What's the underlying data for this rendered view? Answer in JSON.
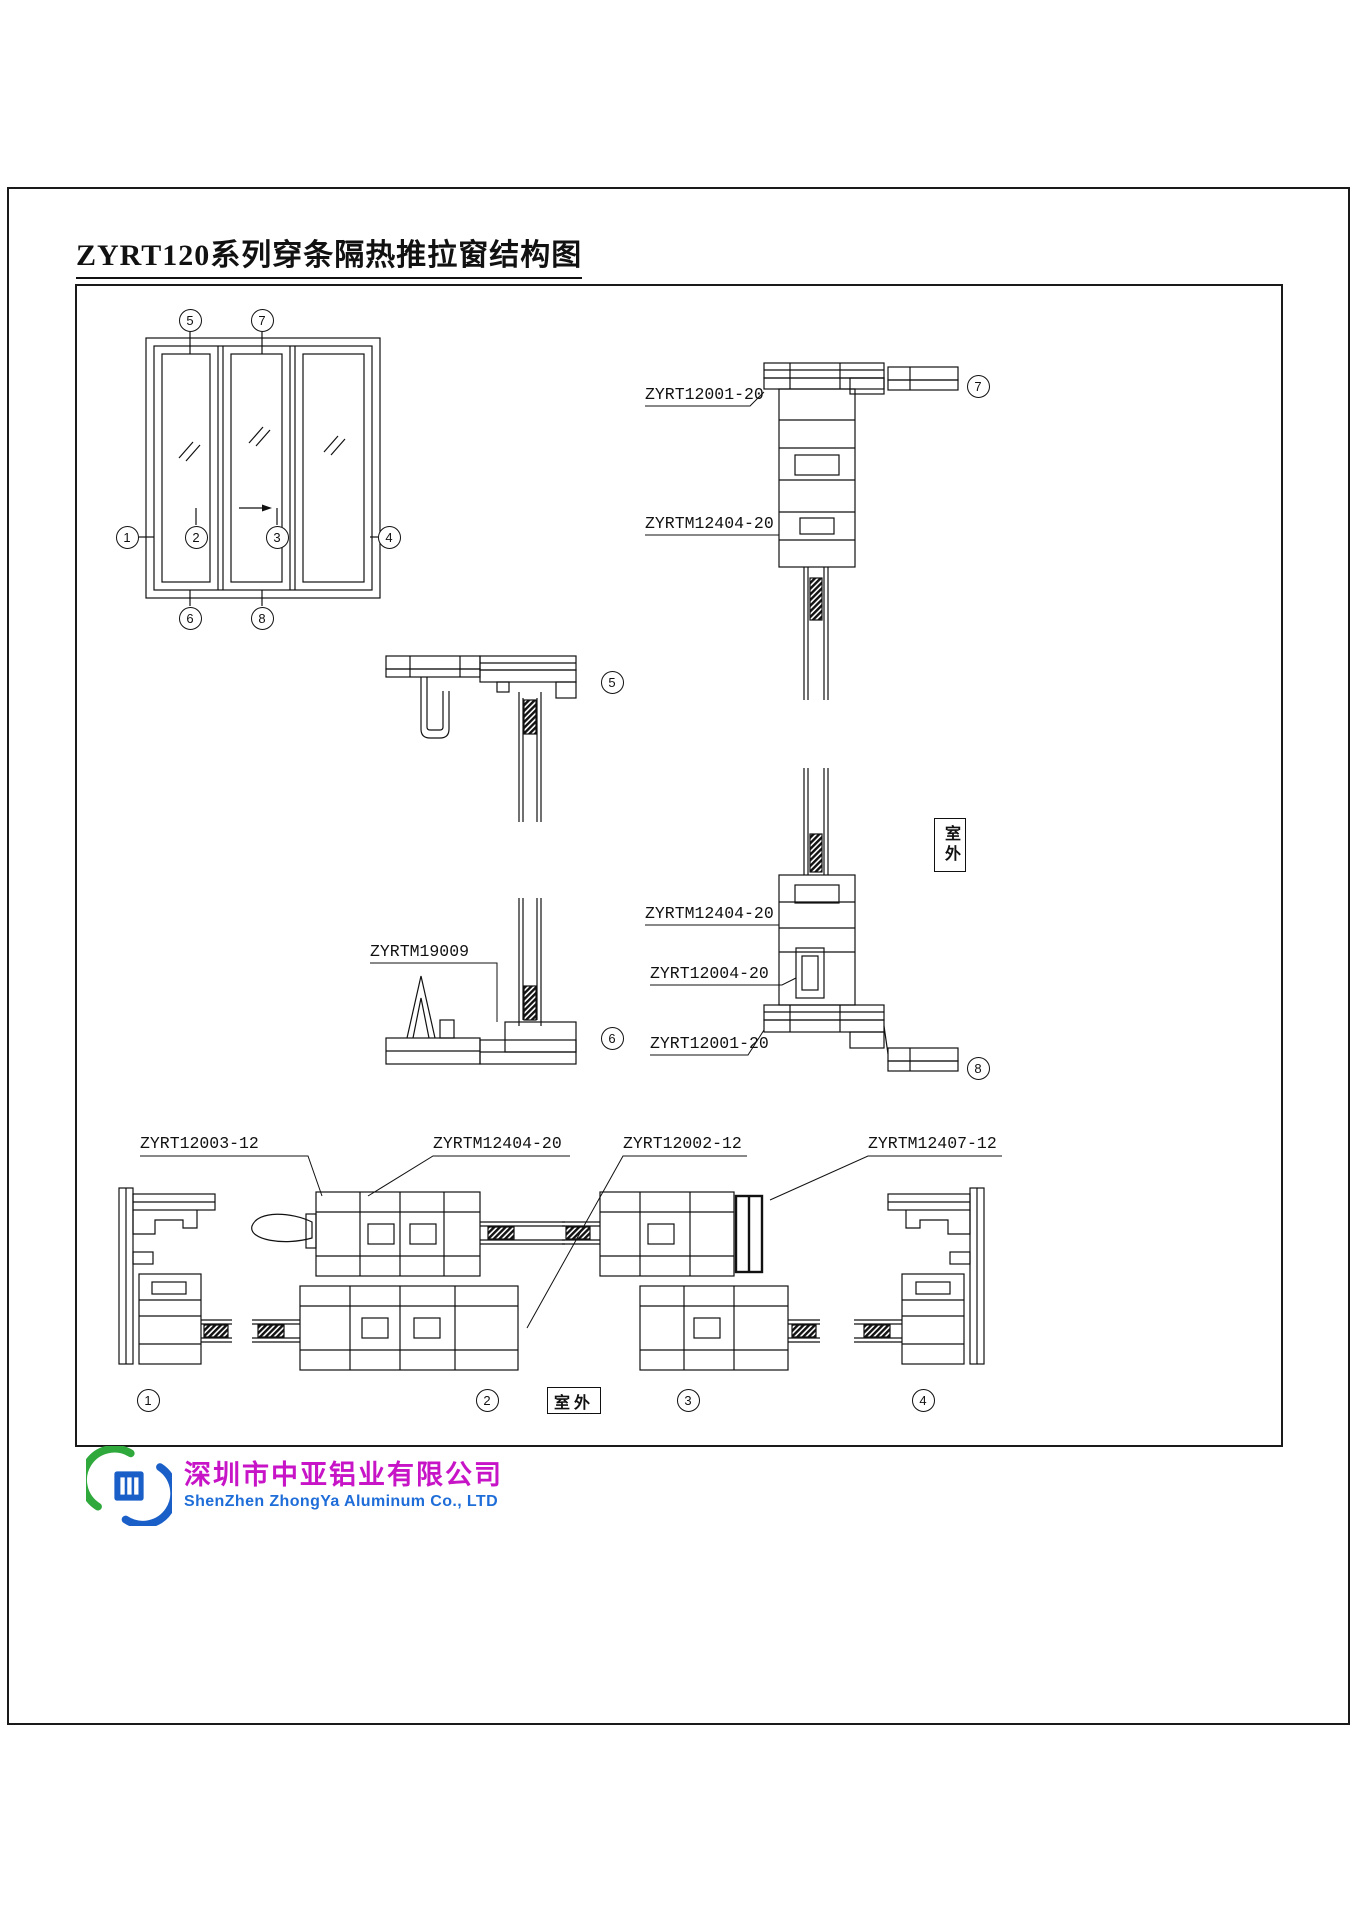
{
  "title": "ZYRT120系列穿条隔热推拉窗结构图",
  "outdoor_label": "室外",
  "callouts": {
    "n1": "1",
    "n2": "2",
    "n3": "3",
    "n4": "4",
    "n5": "5",
    "n6": "6",
    "n7": "7",
    "n8": "8"
  },
  "part_labels": {
    "head_frame_top": "ZYRT12001-20",
    "sash_rail_top": "ZYRTM12404-20",
    "sash_rail_bottom": "ZYRTM12404-20",
    "slide_insert": "ZYRT12004-20",
    "sill_frame_bottom": "ZYRT12001-20",
    "screen_rail": "ZYRTM19009",
    "frame_jamb": "ZYRT12003-12",
    "sash_stile": "ZYRTM12404-20",
    "meeting_stile": "ZYRT12002-12",
    "interlock_cover": "ZYRTM12407-12"
  },
  "footer": {
    "company_cn": "深圳市中亚铝业有限公司",
    "company_en": "ShenZhen ZhongYa Aluminum Co., LTD",
    "cn_color": "#c714c7",
    "en_color": "#1e6dd8",
    "logo_green": "#2fa83c",
    "logo_blue": "#1a5fc8"
  }
}
